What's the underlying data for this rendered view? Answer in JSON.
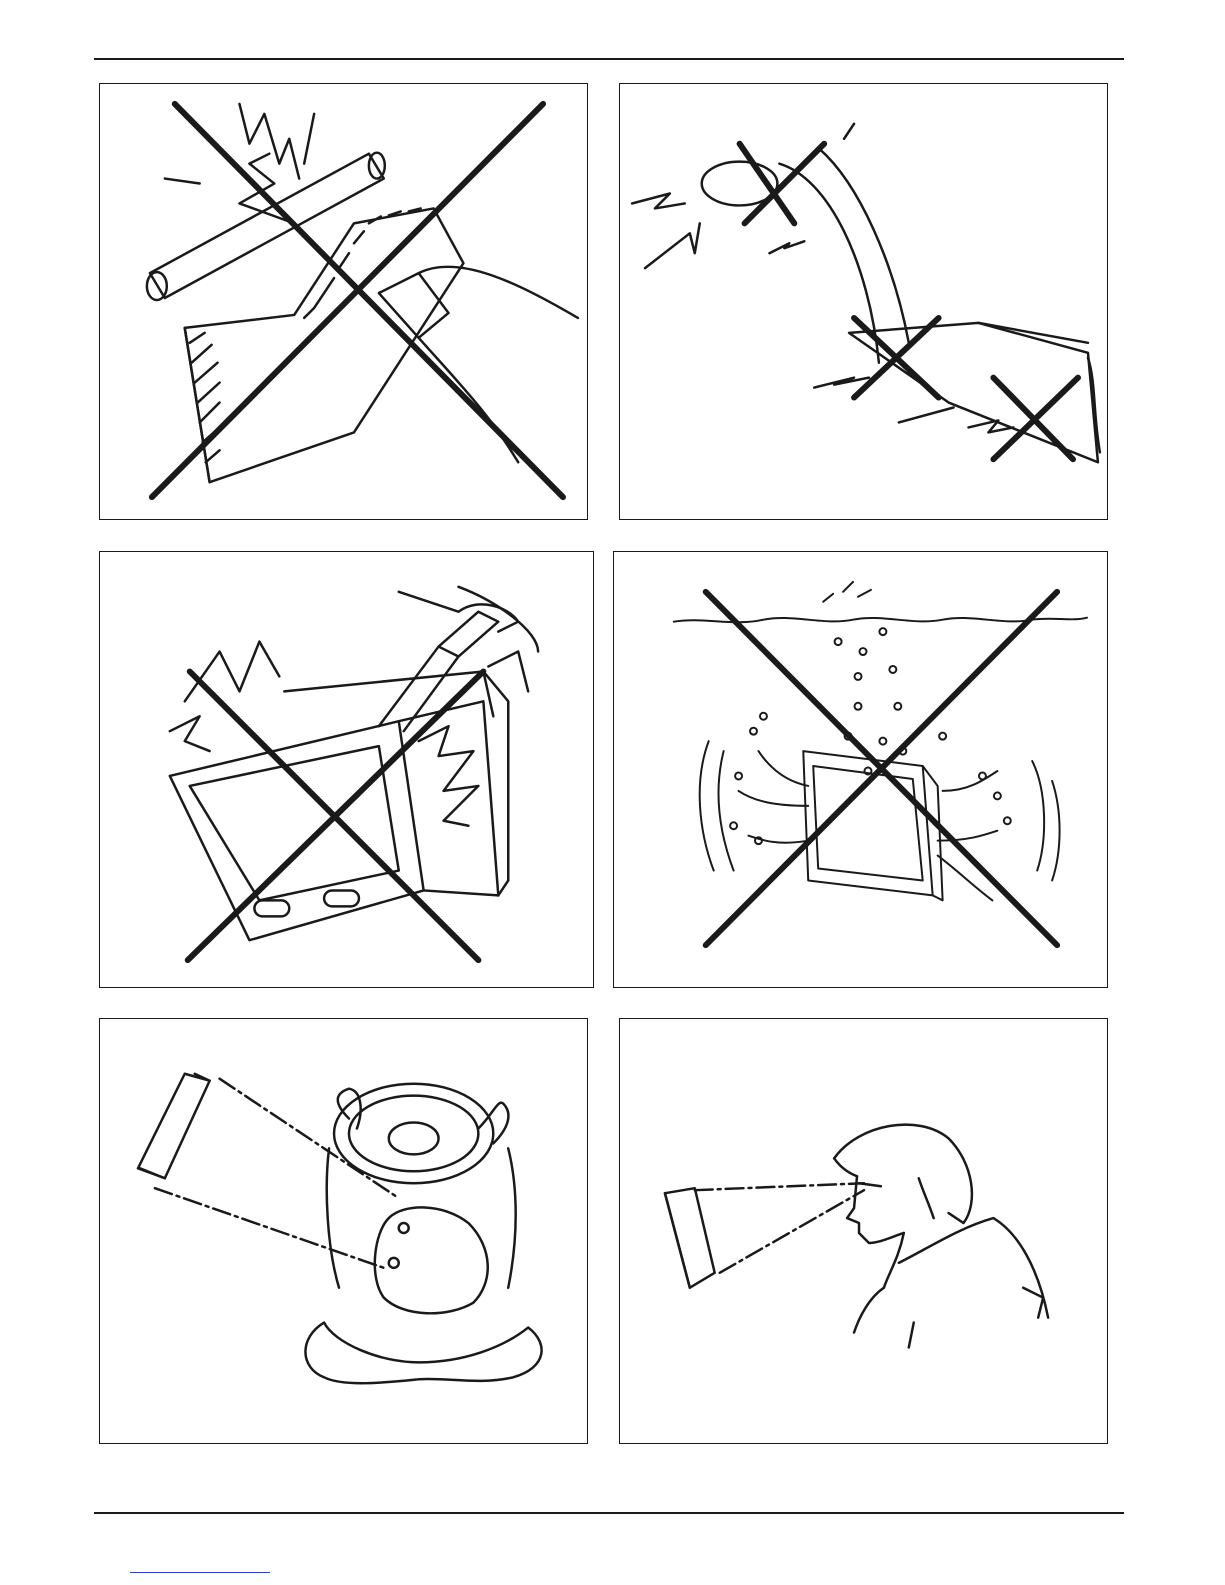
{
  "page": {
    "panels": [
      {
        "id": "welding",
        "crossed": true
      },
      {
        "id": "cable-damage",
        "crossed": true
      },
      {
        "id": "open-housing",
        "crossed": true
      },
      {
        "id": "submersion",
        "crossed": true
      },
      {
        "id": "driver-viewing-angle",
        "crossed": false
      },
      {
        "id": "eye-level-viewing",
        "crossed": false
      }
    ],
    "colors": {
      "ink": "#1a1a1a",
      "link": "#2a3fd8"
    }
  }
}
